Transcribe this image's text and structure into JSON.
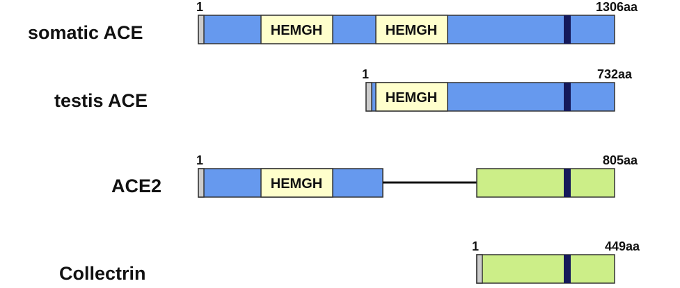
{
  "rows": [
    {
      "name": "somatic ACE",
      "start_label": "1",
      "end_label": "1306aa",
      "domain_labels": [
        "HEMGH",
        "HEMGH"
      ]
    },
    {
      "name": "testis ACE",
      "start_label": "1",
      "end_label": "732aa",
      "domain_labels": [
        "HEMGH"
      ]
    },
    {
      "name": "ACE2",
      "start_label": "1",
      "end_label": "805aa",
      "domain_labels": [
        "HEMGH"
      ]
    },
    {
      "name": "Collectrin",
      "start_label": "1",
      "end_label": "449aa"
    }
  ],
  "colors": {
    "ace_body": "#6699ee",
    "ace2_c_term": "#ccee88",
    "hemgh_domain": "#ffffcc",
    "signal_peptide": "#cccccc",
    "transmembrane": "#15195a",
    "outline": "#333333",
    "text": "#111111"
  }
}
